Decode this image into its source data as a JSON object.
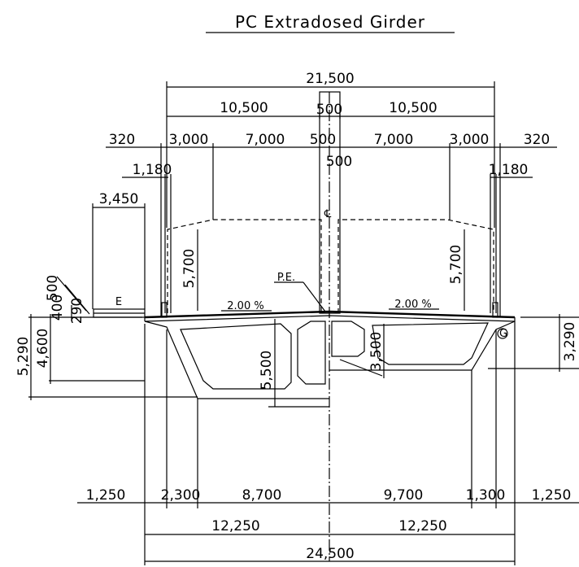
{
  "title": "PC Extradosed Girder",
  "dimensions": {
    "top_total": "21,500",
    "half_left": "10,500",
    "half_mid": "500",
    "half_right": "10,500",
    "row3_320_left": "320",
    "row3_3000_left": "3,000",
    "row3_7000_left": "7,000",
    "row3_500": "500",
    "row3_7000_right": "7,000",
    "row3_3000_right": "3,000",
    "row3_320_right": "320",
    "pylon_width": "500",
    "edge_1180_left": "1,180",
    "edge_1180_right": "1,180",
    "walkway_3450": "3,450",
    "clearance_left": "5,700",
    "clearance_right": "5,700",
    "slope_left": "2.00 %",
    "slope_right": "2.00 %",
    "depth_5500": "5,500",
    "depth_3500": "3,500",
    "depth_3290": "3,290",
    "left_5290": "5,290",
    "left_4600": "4,600",
    "left_400": "400",
    "left_500": "500",
    "left_290": "290",
    "bottom_1250_left": "1,250",
    "bottom_2300": "2,300",
    "bottom_8700": "8,700",
    "bottom_9700": "9,700",
    "bottom_1300": "1,300",
    "bottom_1250_right": "1,250",
    "bottom_half_left": "12,250",
    "bottom_half_right": "12,250",
    "bottom_total": "24,500"
  },
  "labels": {
    "pe": "P.E.",
    "e": "E",
    "g": "G",
    "centerline": "℄"
  }
}
